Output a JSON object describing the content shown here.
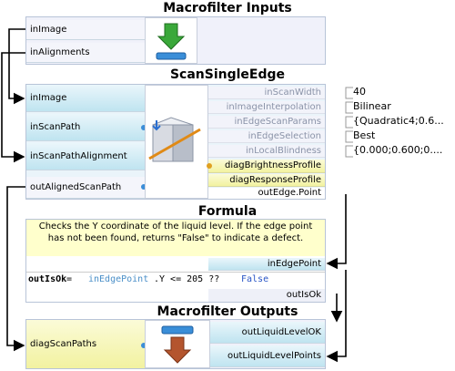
{
  "macro_inputs": {
    "title": "Macrofilter Inputs",
    "ports": [
      "inImage",
      "inAlignments"
    ]
  },
  "scan": {
    "title": "ScanSingleEdge",
    "inputs": [
      "inImage",
      "inScanPath",
      "inScanPathAlignment"
    ],
    "output_left": "outAlignedScanPath",
    "params": [
      {
        "name": "inScanWidth",
        "value": "40"
      },
      {
        "name": "inImageInterpolation",
        "value": "Bilinear"
      },
      {
        "name": "inEdgeScanParams",
        "value": "{Quadratic4;0.6..."
      },
      {
        "name": "inEdgeSelection",
        "value": "Best"
      },
      {
        "name": "inLocalBlindness",
        "value": "{0.000;0.600;0...."
      }
    ],
    "diag": [
      "diagBrightnessProfile",
      "diagResponseProfile"
    ],
    "output": "outEdge.Point"
  },
  "formula": {
    "title": "Formula",
    "comment": "Checks the Y coordinate of the liquid level. If the edge point has not been found, returns \"False\" to indicate a defect.",
    "input": "inEdgePoint",
    "code": {
      "lhs": "outIsOk",
      "eq": " = ",
      "ref": "inEdgePoint",
      "rest": ".Y <= 205 ?? ",
      "kw": "False"
    },
    "output": "outIsOk"
  },
  "macro_outputs": {
    "title": "Macrofilter Outputs",
    "input": "diagScanPaths",
    "outputs": [
      "outLiquidLevelOK",
      "outLiquidLevelPoints"
    ]
  },
  "colors": {
    "wire": "#000000",
    "keyword": "#2a56c6",
    "reference": "#4a8fc8",
    "comment_bg": "#ffffcc"
  }
}
